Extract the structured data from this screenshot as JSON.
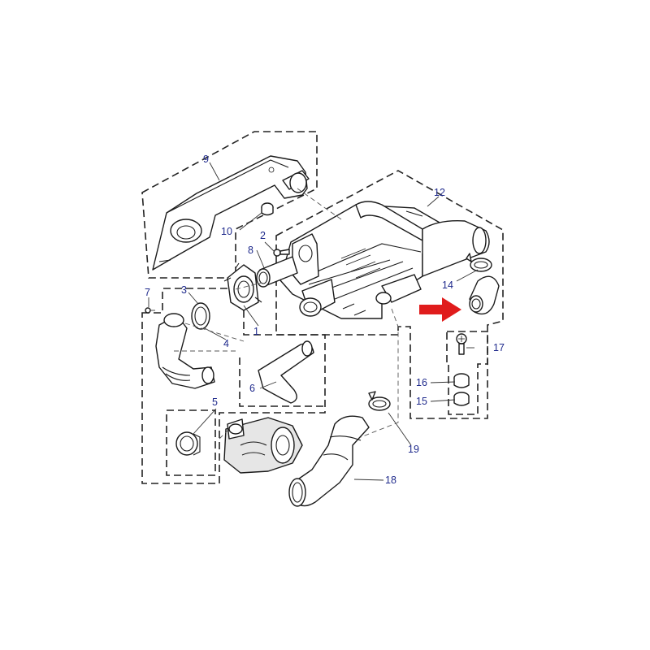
{
  "callouts": {
    "c1": "1",
    "c2": "2",
    "c3": "3",
    "c4": "4",
    "c5": "5",
    "c6": "6",
    "c7": "7",
    "c8": "8",
    "c9": "9",
    "c10": "10",
    "c12": "12",
    "c14": "14",
    "c15": "15",
    "c16": "16",
    "c17": "17",
    "c18": "18",
    "c19": "19"
  },
  "colors": {
    "callout_text": "#1f2a8c",
    "highlight_arrow": "#e01c1c",
    "linework": "#1a1a1a"
  },
  "highlighted_part": "14"
}
